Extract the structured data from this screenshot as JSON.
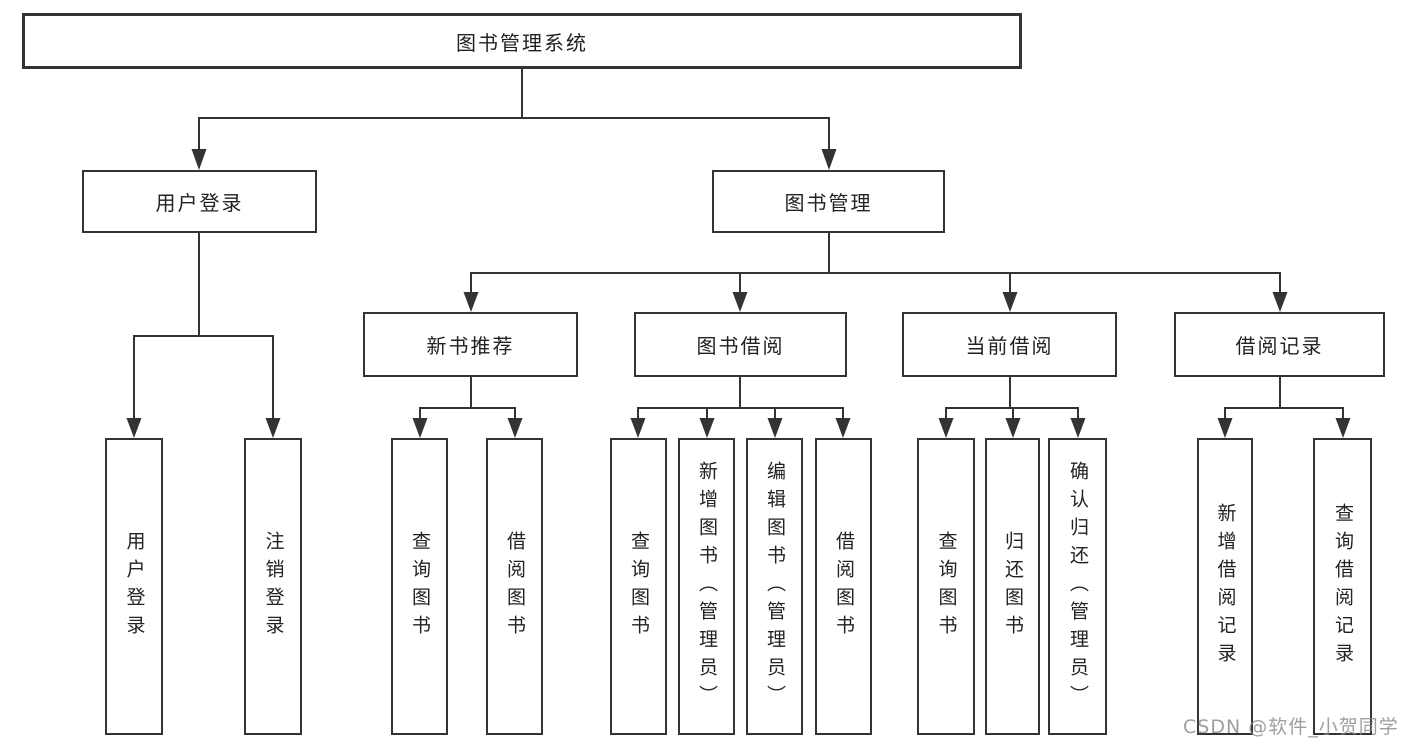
{
  "tree": {
    "root": {
      "label": "图书管理系统"
    },
    "branches": [
      {
        "label": "用户登录",
        "leaves": [
          "用户登录",
          "注销登录"
        ]
      },
      {
        "label": "图书管理",
        "groups": [
          {
            "label": "新书推荐",
            "leaves": [
              "查询图书",
              "借阅图书"
            ]
          },
          {
            "label": "图书借阅",
            "leaves": [
              "查询图书",
              "新增图书（管理员）",
              "编辑图书（管理员）",
              "借阅图书"
            ]
          },
          {
            "label": "当前借阅",
            "leaves": [
              "查询图书",
              "归还图书",
              "确认归还（管理员）"
            ]
          },
          {
            "label": "借阅记录",
            "leaves": [
              "新增借阅记录",
              "查询借阅记录"
            ]
          }
        ]
      }
    ]
  },
  "watermark": "CSDN @软件_小贺同学",
  "colors": {
    "line": "#333333",
    "box_border": "#333333",
    "text": "#222222",
    "watermark": "#8a8a8a",
    "background": "#ffffff"
  }
}
